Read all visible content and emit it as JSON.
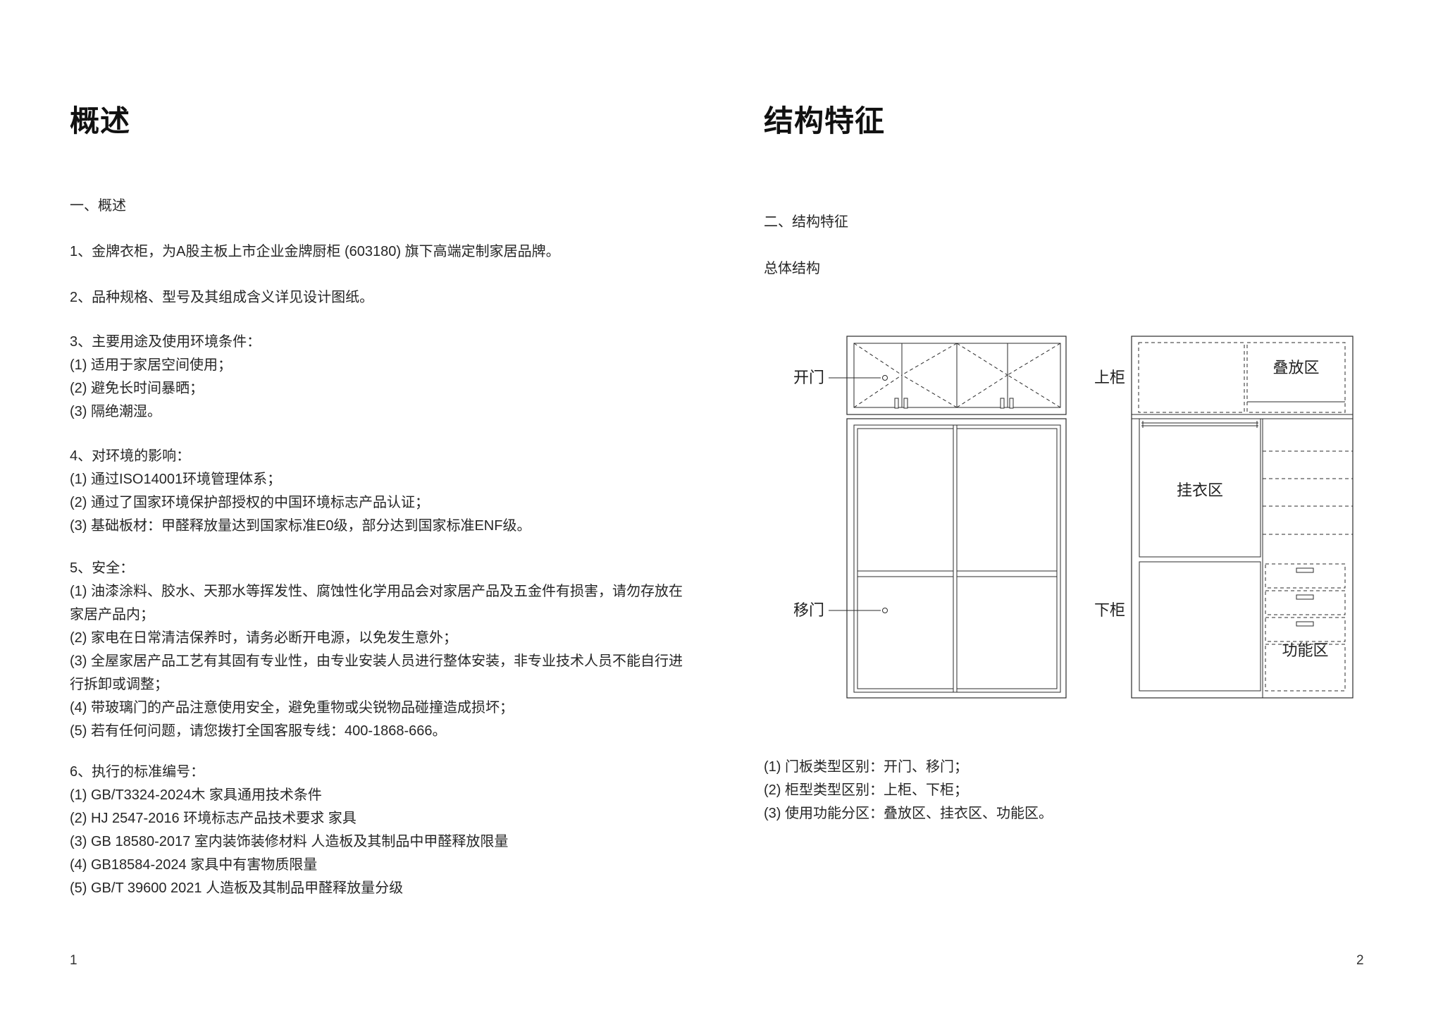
{
  "left_page": {
    "title": "概述",
    "page_number": "1",
    "sections": [
      {
        "lines": [
          "一、概述"
        ]
      },
      {
        "lines": [
          "1、金牌衣柜，为A股主板上市企业金牌厨柜 (603180) 旗下高端定制家居品牌。"
        ]
      },
      {
        "lines": [
          "2、品种规格、型号及其组成含义详见设计图纸。"
        ]
      },
      {
        "lines": [
          "3、主要用途及使用环境条件：",
          "(1) 适用于家居空间使用；",
          "(2) 避免长时间暴晒；",
          "(3) 隔绝潮湿。"
        ]
      },
      {
        "lines": [
          "4、对环境的影响：",
          "(1) 通过ISO14001环境管理体系；",
          "(2) 通过了国家环境保护部授权的中国环境标志产品认证；",
          "(3) 基础板材：甲醛释放量达到国家标准E0级，部分达到国家标准ENF级。"
        ]
      },
      {
        "lines": [
          "5、安全：",
          "(1) 油漆涂料、胶水、天那水等挥发性、腐蚀性化学用品会对家居产品及五金件有损害，请勿存放在",
          "家居产品内；",
          "(2) 家电在日常清洁保养时，请务必断开电源，以免发生意外；",
          "(3) 全屋家居产品工艺有其固有专业性，由专业安装人员进行整体安装，非专业技术人员不能自行进",
          "行拆卸或调整；",
          "(4) 带玻璃门的产品注意使用安全，避免重物或尖锐物品碰撞造成损坏；",
          "(5) 若有任何问题，请您拨打全国客服专线：400-1868-666。"
        ]
      },
      {
        "lines": [
          "6、执行的标准编号：",
          "(1) GB/T3324-2024木 家具通用技术条件",
          "(2) HJ 2547-2016 环境标志产品技术要求 家具",
          "(3) GB 18580-2017 室内装饰装修材料 人造板及其制品中甲醛释放限量",
          "(4) GB18584-2024 家具中有害物质限量",
          "(5) GB/T 39600 2021 人造板及其制品甲醛释放量分级"
        ]
      }
    ]
  },
  "right_page": {
    "title": "结构特征",
    "section_heading": "二、结构特征",
    "subsection_heading": "总体结构",
    "page_number": "2",
    "diagram": {
      "labels": {
        "hinged_door": "开门",
        "sliding_door": "移门",
        "upper_cabinet": "上柜",
        "lower_cabinet": "下柜",
        "stacking_zone": "叠放区",
        "hanging_zone": "挂衣区",
        "function_zone": "功能区"
      }
    },
    "notes": [
      "(1) 门板类型区别：开门、移门；",
      "(2) 柜型类型区别：上柜、下柜；",
      "(3) 使用功能分区：叠放区、挂衣区、功能区。"
    ]
  }
}
